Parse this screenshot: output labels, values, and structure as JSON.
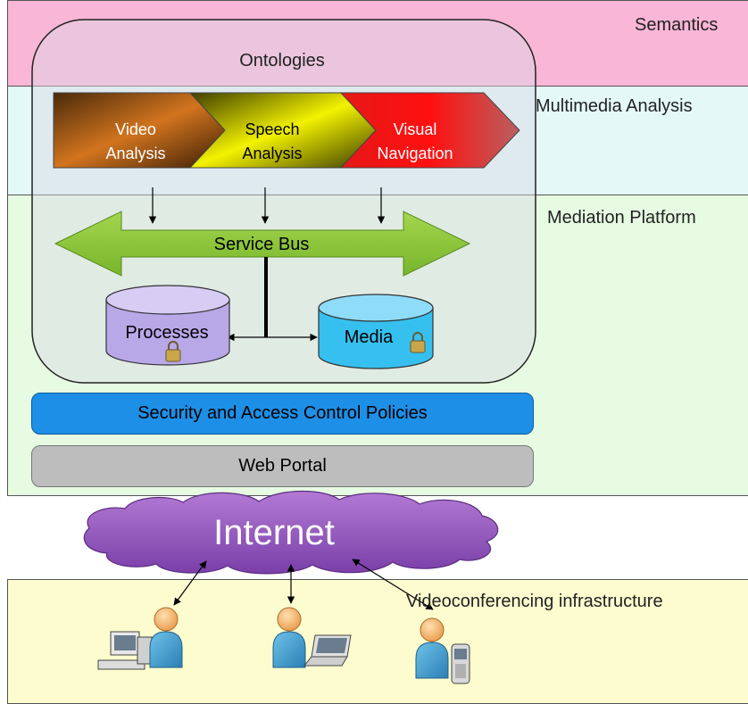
{
  "layers": {
    "semantics": "Semantics",
    "multimedia": "Multimedia Analysis",
    "mediation": "Mediation Platform",
    "videoconf": "Videoconferencing infrastructure"
  },
  "ontologies": "Ontologies",
  "analysis": {
    "video": [
      "Video",
      "Analysis"
    ],
    "speech": [
      "Speech",
      "Analysis"
    ],
    "visual": [
      "Visual",
      "Navigation"
    ]
  },
  "service_bus": "Service Bus",
  "stores": {
    "processes": "Processes",
    "media": "Media"
  },
  "security": "Security and Access Control Policies",
  "web_portal": "Web Portal",
  "internet": "Internet",
  "colors": {
    "semantics_band": "#f9b6d6",
    "multimedia_band": "#e4f8f8",
    "mediation_band": "#e6fbe2",
    "videoconf_band": "#fdfccf",
    "security_block": "#1e8fe6",
    "web_portal_block": "#bdbdbd",
    "bus_arrow": "#8dc63f",
    "processes_db": "#b9a8e8",
    "media_db": "#36c0ef",
    "internet_cloud": "#8a4fb8"
  },
  "icons": [
    "desktop-computer-icon",
    "laptop-icon",
    "mobile-phone-icon",
    "user-icon",
    "padlock-icon"
  ]
}
